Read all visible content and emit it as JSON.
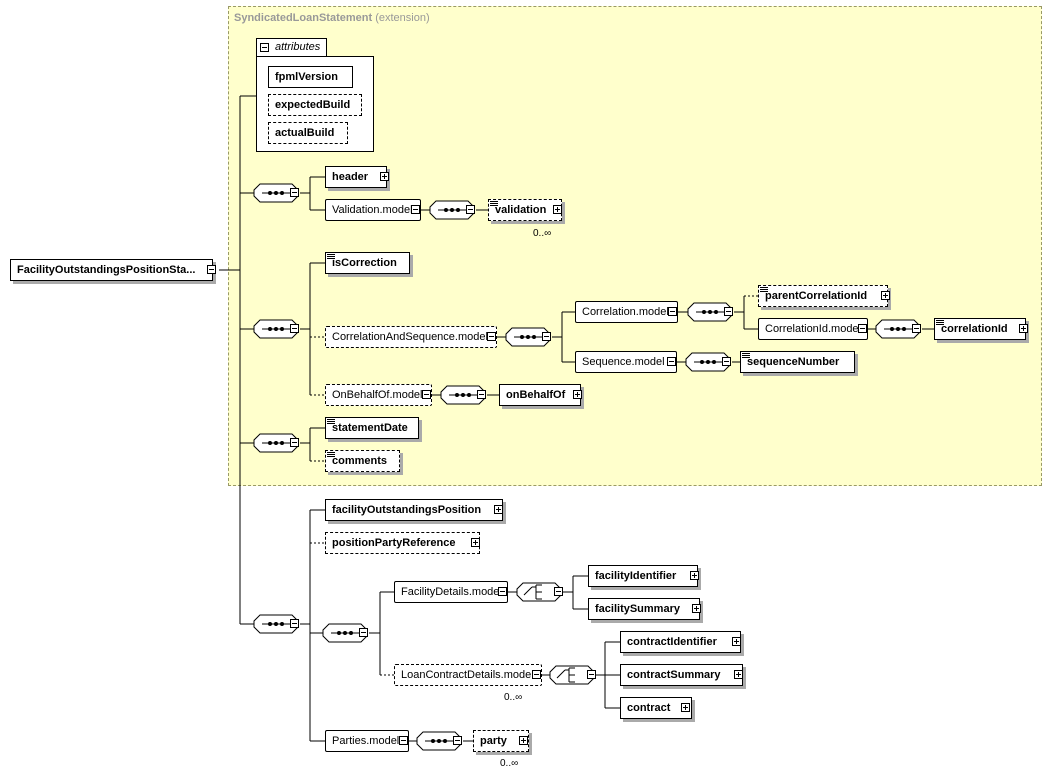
{
  "region": {
    "title": "SyndicatedLoanStatement",
    "subtitle": "(extension)"
  },
  "attributes": {
    "label": "attributes",
    "items": [
      "fpmlVersion",
      "expectedBuild",
      "actualBuild"
    ]
  },
  "root": "FacilityOutstandingsPositionSta...",
  "group1": {
    "header": "header",
    "validation_model": "Validation.model",
    "validation": "validation",
    "validation_card": "0..∞"
  },
  "group2": {
    "isCorrection": "isCorrection",
    "corr_seq_model": "CorrelationAndSequence.model",
    "correlation_model": "Correlation.model",
    "parentCorrelationId": "parentCorrelationId",
    "correlationId_model": "CorrelationId.model",
    "correlationId": "correlationId",
    "sequence_model": "Sequence.model",
    "sequenceNumber": "sequenceNumber",
    "onBehalfOf_model": "OnBehalfOf.model",
    "onBehalfOf": "onBehalfOf"
  },
  "group3": {
    "statementDate": "statementDate",
    "comments": "comments"
  },
  "group4": {
    "facilityOutstandingsPosition": "facilityOutstandingsPosition",
    "positionPartyReference": "positionPartyReference",
    "facilityDetails_model": "FacilityDetails.model",
    "facilityIdentifier": "facilityIdentifier",
    "facilitySummary": "facilitySummary",
    "loanContractDetails_model": "LoanContractDetails.model",
    "loanContract_card": "0..∞",
    "contractIdentifier": "contractIdentifier",
    "contractSummary": "contractSummary",
    "contract": "contract",
    "parties_model": "Parties.model",
    "party": "party",
    "party_card": "0..∞"
  }
}
